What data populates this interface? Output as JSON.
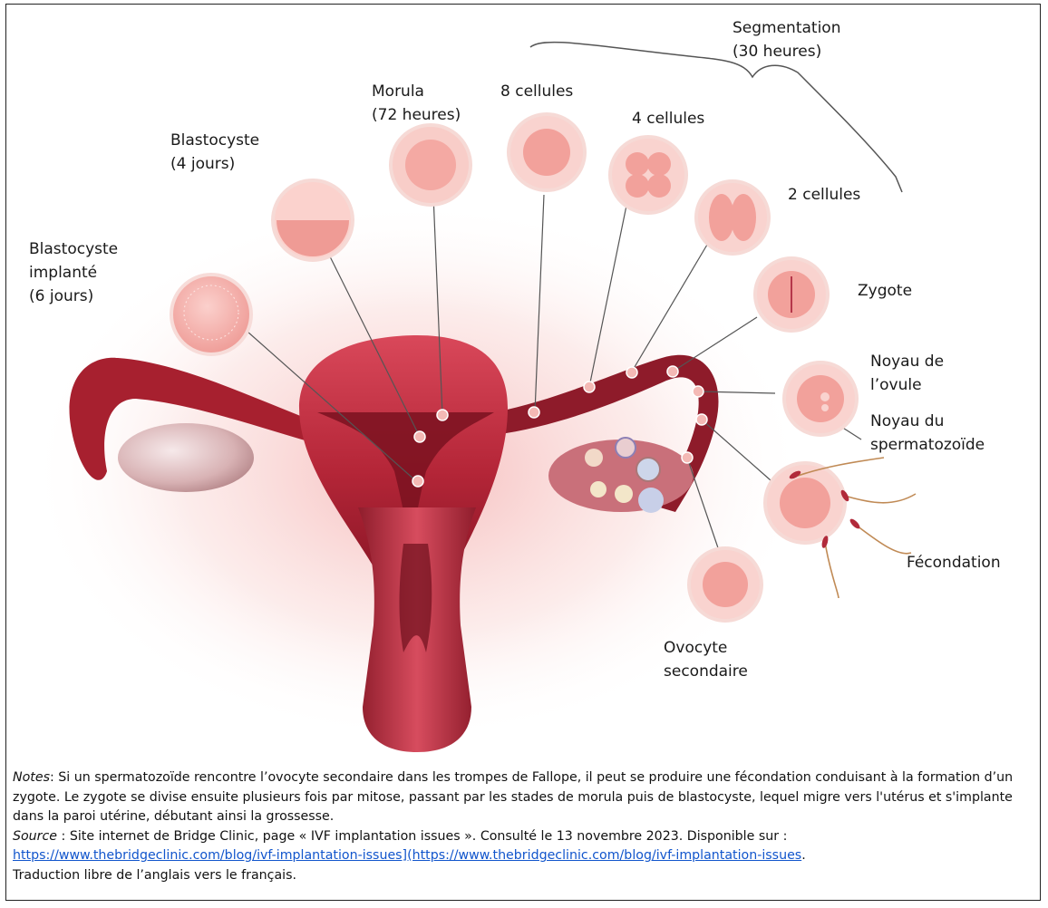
{
  "labels": {
    "segmentation": "Segmentation\n(30 heures)",
    "morula": "Morula\n(72 heures)",
    "eight_cells": "8 cellules",
    "four_cells": "4 cellules",
    "two_cells": "2 cellules",
    "blastocyst": "Blastocyste\n(4 jours)",
    "implanted_blastocyst": "Blastocyste\nimplanté\n(6 jours)",
    "zygote": "Zygote",
    "egg_nucleus": "Noyau de\nl’ovule",
    "sperm_nucleus": "Noyau du\nspermatozoïde",
    "fertilization": "Fécondation",
    "secondary_oocyte": "Ovocyte\nsecondaire"
  },
  "notes": {
    "notes_label": "Notes",
    "notes_text": ": Si un spermatozoïde rencontre l’ovocyte secondaire dans les trompes de Fallope, il peut se produire une fécondation conduisant à la formation d’un zygote. Le zygote se divise ensuite plusieurs fois par mitose, passant par les stades de morula puis de blastocyste, lequel migre vers l'utérus et s'implante dans la paroi utérine, débutant ainsi la grossesse.",
    "source_label": "Source",
    "source_text": " : Site internet de Bridge Clinic, page « IVF implantation issues ». Consulté le 13 novembre 2023. Disponible sur :",
    "link_text": "https://www.thebridgeclinic.com/blog/ivf-implantation-issues](https://www.thebridgeclinic.com/blog/ivf-implantation-issues",
    "link_suffix": ".",
    "translation": "Traduction libre de l’anglais vers le français."
  },
  "colors": {
    "uterus": "#b8303f",
    "uterus_dark": "#7a1220",
    "cell_fill": "#f7b7b3",
    "cell_ring": "#f3d0cc",
    "leader_line": "#555555",
    "link": "#1155cc"
  }
}
